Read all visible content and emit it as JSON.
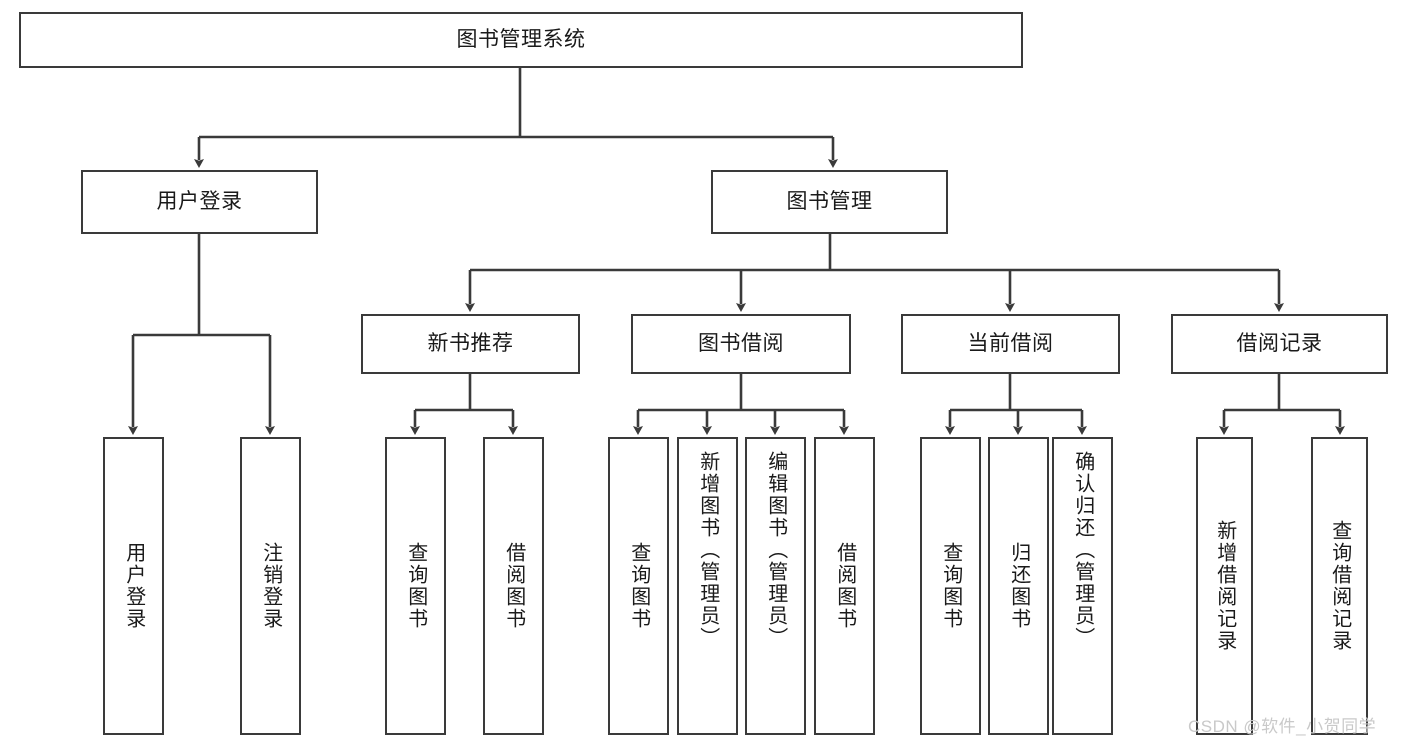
{
  "diagram": {
    "title": "图书管理系统",
    "type": "hierarchy-tree",
    "root": {
      "label": "图书管理系统"
    },
    "level1": [
      {
        "label": "用户登录"
      },
      {
        "label": "图书管理"
      }
    ],
    "level2": [
      {
        "label": "新书推荐"
      },
      {
        "label": "图书借阅"
      },
      {
        "label": "当前借阅"
      },
      {
        "label": "借阅记录"
      }
    ],
    "leaves": {
      "user_login": [
        {
          "label": "用户登录"
        },
        {
          "label": "注销登录"
        }
      ],
      "new_book_recommend": [
        {
          "label": "查询图书"
        },
        {
          "label": "借阅图书"
        }
      ],
      "book_borrow": [
        {
          "label": "查询图书"
        },
        {
          "label": "新增图书（管理员）"
        },
        {
          "label": "编辑图书（管理员）"
        },
        {
          "label": "借阅图书"
        }
      ],
      "current_borrow": [
        {
          "label": "查询图书"
        },
        {
          "label": "归还图书"
        },
        {
          "label": "确认归还（管理员）"
        }
      ],
      "borrow_record": [
        {
          "label": "新增借阅记录"
        },
        {
          "label": "查询借阅记录"
        }
      ]
    }
  },
  "watermark": {
    "text": "CSDN @软件_小贺同学"
  },
  "colors": {
    "stroke": "#3a3a3a",
    "background": "#ffffff",
    "text": "#1a1a1a",
    "watermark": "#c9c9c9"
  }
}
